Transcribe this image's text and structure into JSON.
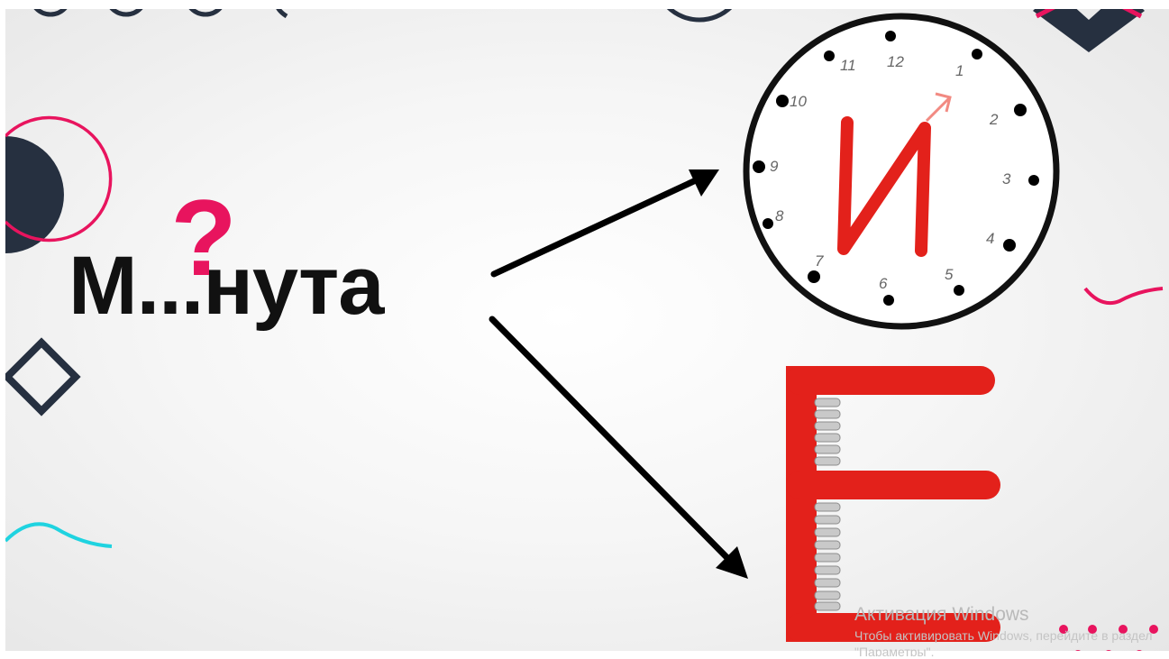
{
  "slide": {
    "word_before": "М",
    "missing_mark": "?",
    "ellipsis": "...",
    "word_after": "нута",
    "answer_letter": "И",
    "wrong_letter": "Е"
  },
  "clock": {
    "numbers": [
      "1",
      "2",
      "3",
      "4",
      "5",
      "6",
      "7",
      "8",
      "9",
      "10",
      "11",
      "12"
    ]
  },
  "watermark": {
    "title": "Активация Windows",
    "line1": "Чтобы активировать Windows, перейдите в раздел",
    "line2": "\"Параметры\"."
  },
  "colors": {
    "accent_pink": "#e8145e",
    "navy": "#263040",
    "cyan": "#1fd3e0",
    "letter_red": "#e3211b",
    "text_black": "#111111"
  },
  "icons": {
    "top_right": "double-x-shape-icon",
    "left": "diamond-outline-icon",
    "right_wave": "wave-line-icon",
    "left_wave": "wave-line-icon",
    "left_top": "half-circle-and-ring-icon",
    "bottom_right": "dot-grid-icon"
  }
}
